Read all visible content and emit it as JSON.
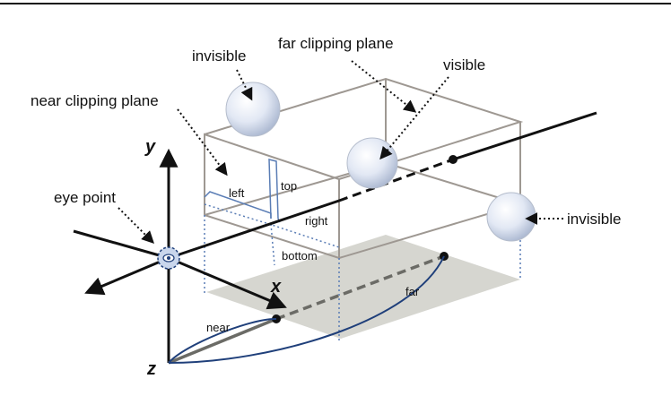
{
  "labels": {
    "invisible_top": "invisible",
    "far_clipping_plane": "far clipping plane",
    "visible": "visible",
    "near_clipping_plane": "near clipping plane",
    "eye_point": "eye point",
    "invisible_right": "invisible",
    "left": "left",
    "top": "top",
    "right": "right",
    "bottom": "bottom",
    "near": "near",
    "far": "far",
    "axis_x": "x",
    "axis_y": "y",
    "axis_z": "z"
  },
  "colors": {
    "frustum_edge": "#9e9892",
    "floor_shade": "#d6d6d0",
    "dotted_blue": "#5a7db5",
    "distance_curve": "#1f3f7a",
    "sphere_fill": "#dfe6f3"
  }
}
